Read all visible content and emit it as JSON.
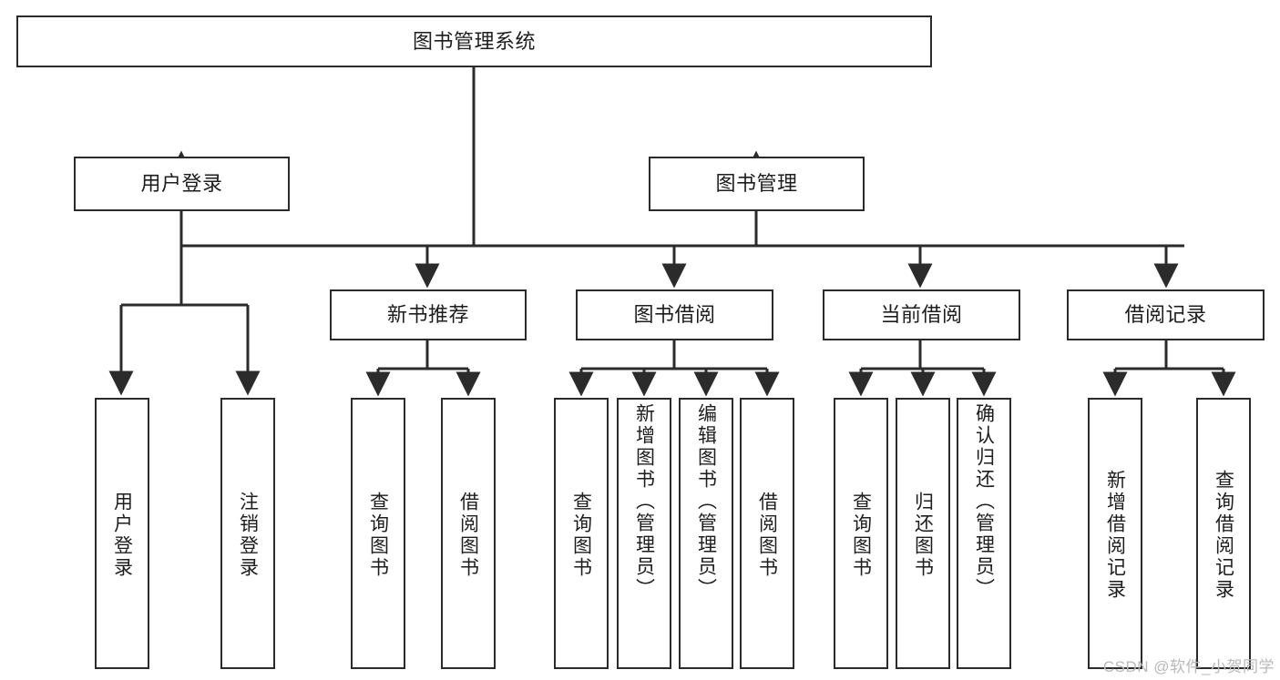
{
  "diagram": {
    "title": "图书管理系统",
    "type": "tree",
    "root": {
      "label": "图书管理系统"
    },
    "level2": [
      {
        "label": "用户登录"
      },
      {
        "label": "图书管理"
      }
    ],
    "level3": [
      {
        "label": "新书推荐"
      },
      {
        "label": "图书借阅"
      },
      {
        "label": "当前借阅"
      },
      {
        "label": "借阅记录"
      }
    ],
    "leaves": {
      "user_login": [
        {
          "label": "用户登录"
        },
        {
          "label": "注销登录"
        }
      ],
      "new_book_recommend": [
        {
          "label": "查询图书"
        },
        {
          "label": "借阅图书"
        }
      ],
      "book_borrow": [
        {
          "label": "查询图书"
        },
        {
          "label": "新增图书（管理员）"
        },
        {
          "label": "编辑图书（管理员）"
        },
        {
          "label": "借阅图书"
        }
      ],
      "current_borrow": [
        {
          "label": "查询图书"
        },
        {
          "label": "归还图书"
        },
        {
          "label": "确认归还（管理员）"
        }
      ],
      "borrow_record": [
        {
          "label": "新增借阅记录"
        },
        {
          "label": "查询借阅记录"
        }
      ]
    }
  },
  "watermark": {
    "text": "CSDN @软件_小贺同学"
  },
  "colors": {
    "stroke": "#2b2b2b",
    "fill": "#ffffff",
    "text": "#1d1d1d",
    "watermark": "#b9b9b9"
  }
}
